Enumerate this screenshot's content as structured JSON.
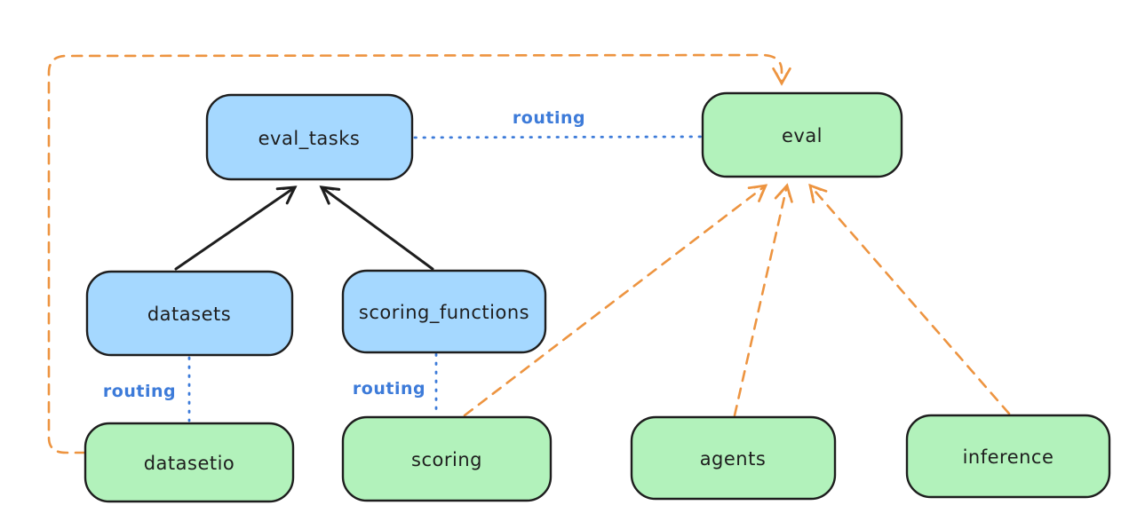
{
  "colors": {
    "background": "#ffffff",
    "node_border": "#1e1e1e",
    "blue_node_fill": "#a5d8ff",
    "green_node_fill": "#b2f2bb",
    "routing_blue": "#3d7bd9",
    "provider_orange": "#ed9440",
    "solid_arrow_black": "#1e1e1e"
  },
  "nodes": {
    "eval_tasks": {
      "label": "eval_tasks",
      "fill": "blue"
    },
    "eval": {
      "label": "eval",
      "fill": "green"
    },
    "datasets": {
      "label": "datasets",
      "fill": "blue"
    },
    "scoring_functions": {
      "label": "scoring_functions",
      "fill": "blue"
    },
    "datasetio": {
      "label": "datasetio",
      "fill": "green"
    },
    "scoring": {
      "label": "scoring",
      "fill": "green"
    },
    "agents": {
      "label": "agents",
      "fill": "green"
    },
    "inference": {
      "label": "inference",
      "fill": "green"
    }
  },
  "edges": {
    "eval_tasks_to_eval": {
      "label": "routing",
      "style": "blue-dotted"
    },
    "datasets_to_datasetio": {
      "label": "routing",
      "style": "blue-dotted"
    },
    "scoring_functions_to_scoring": {
      "label": "routing",
      "style": "blue-dotted"
    },
    "datasets_to_eval_tasks": {
      "style": "black-solid-arrow"
    },
    "scoring_functions_to_eval_tasks": {
      "style": "black-solid-arrow"
    },
    "datasetio_to_eval": {
      "style": "orange-dashed-arrow"
    },
    "scoring_to_eval": {
      "style": "orange-dashed-arrow"
    },
    "agents_to_eval": {
      "style": "orange-dashed-arrow"
    },
    "inference_to_eval": {
      "style": "orange-dashed-arrow"
    }
  }
}
